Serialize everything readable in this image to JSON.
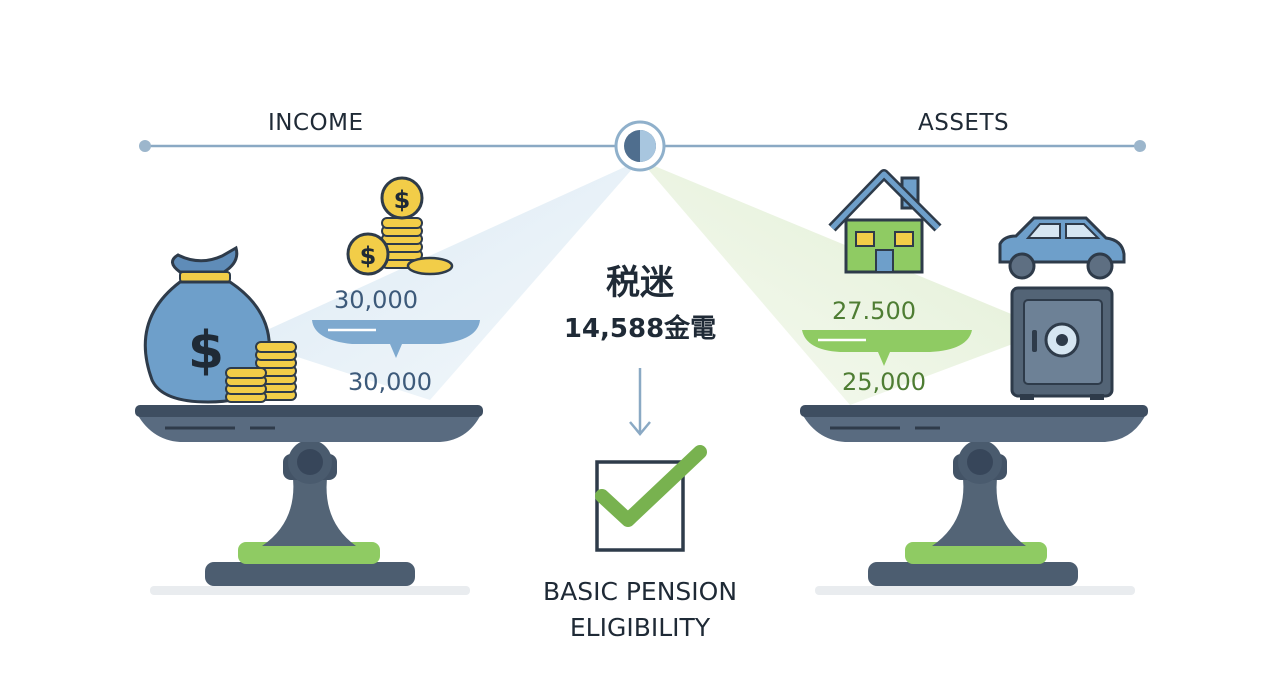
{
  "labels": {
    "income": "INCOME",
    "assets": "ASSETS"
  },
  "income_values": {
    "upper": "30,000",
    "lower": "30,000"
  },
  "assets_values": {
    "upper": "27.500",
    "lower": "25,000"
  },
  "center": {
    "title": "税迷",
    "amount": "14,588金電"
  },
  "result": {
    "line1": "BASIC PENSION",
    "line2": "ELIGIBILITY"
  },
  "icons": [
    "money-bag-icon",
    "coin-stack-icon",
    "house-icon",
    "car-icon",
    "safe-icon",
    "checkbox-check-icon",
    "arrow-down-icon"
  ],
  "colors": {
    "dark": "#3b4a5c",
    "blue": "#6e9fca",
    "green": "#78b24f",
    "coin": "#f2cd48"
  }
}
